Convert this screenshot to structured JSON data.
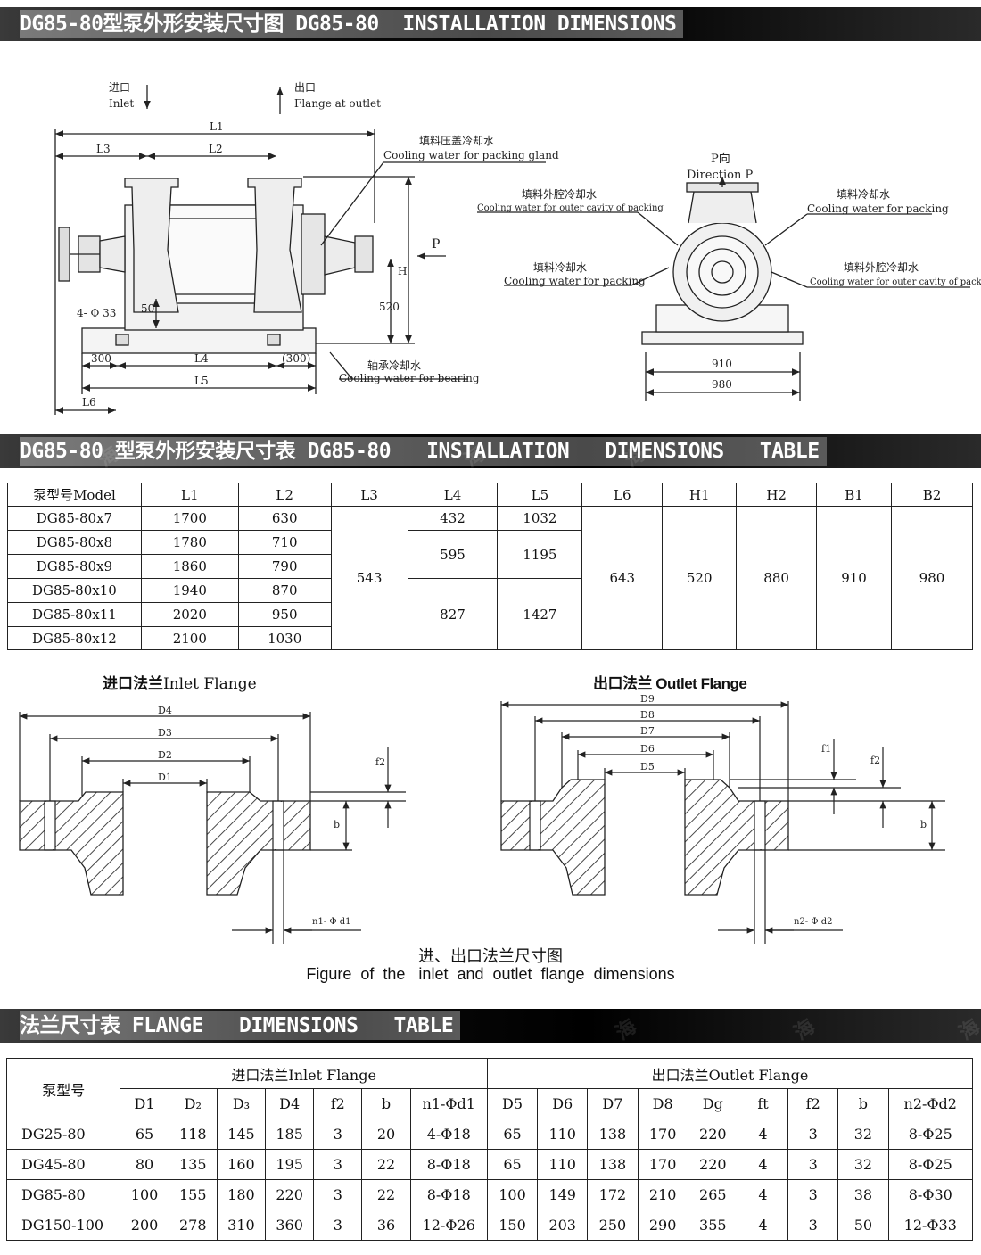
{
  "section1": {
    "title": "DG85-80型泵外形安装尺寸图 DG85-80  INSTALLATION DIMENSIONS"
  },
  "section2": {
    "title": "DG85-80 型泵外形安装尺寸表 DG85-80   INSTALLATION   DIMENSIONS   TABLE"
  },
  "section3": {
    "title": "法兰尺寸表 FLANGE   DIMENSIONS   TABLE"
  },
  "drawing1": {
    "inlet_cn": "进口",
    "inlet_en": "Inlet",
    "outlet_cn": "出口",
    "outlet_en": "Flange at outlet",
    "gland_cn": "填料压盖冷却水",
    "gland_en": "Cooling water for packing gland",
    "outer_cn": "填料外腔冷却水",
    "outer_en": "Cooling water for outer cavity of packing",
    "packing_cn": "填料冷却水",
    "packing_en": "Cooling water for packing",
    "bearing_cn": "轴承冷却水",
    "bearing_en": "Cooling water for bearing",
    "dir_cn": "P向",
    "dir_en": "Direction P",
    "p": "P",
    "dims": {
      "L1": "L1",
      "L2": "L2",
      "L3": "L3",
      "L4": "L4",
      "L5": "L5",
      "L6": "L6",
      "H": "H",
      "d520": "520",
      "d50": "50",
      "holes": "4- Φ 33",
      "d300": "300",
      "d300b": "(300)",
      "d910": "910",
      "d980": "980"
    }
  },
  "table1": {
    "headers": [
      "泵型号Model",
      "L1",
      "L2",
      "L3",
      "L4",
      "L5",
      "L6",
      "H1",
      "H2",
      "B1",
      "B2"
    ],
    "models": [
      "DG85-80x7",
      "DG85-80x8",
      "DG85-80x9",
      "DG85-80x10",
      "DG85-80x11",
      "DG85-80x12"
    ],
    "L1": [
      "1700",
      "1780",
      "1860",
      "1940",
      "2020",
      "2100"
    ],
    "L2": [
      "630",
      "710",
      "790",
      "870",
      "950",
      "1030"
    ],
    "L3": "543",
    "L4": [
      "432",
      "595",
      "827"
    ],
    "L5": [
      "1032",
      "1195",
      "1427"
    ],
    "L6": "643",
    "H1": "520",
    "H2": "880",
    "B1": "910",
    "B2": "980"
  },
  "flanges": {
    "inlet_title_cn": "进口法兰",
    "inlet_title_en": "Inlet Flange",
    "outlet_title_cn": "出口法兰",
    "outlet_title_en": "Outlet Flange",
    "inlet_labels": {
      "D1": "D1",
      "D2": "D2",
      "D3": "D3",
      "D4": "D4",
      "f2": "f2",
      "b": "b",
      "n": "n1- Φ d1"
    },
    "outlet_labels": {
      "D5": "D5",
      "D6": "D6",
      "D7": "D7",
      "D8": "D8",
      "D9": "D9",
      "f1": "f1",
      "f2": "f2",
      "b": "b",
      "n": "n2- Φ d2"
    },
    "caption_cn": "进、出口法兰尺寸图",
    "caption_en": "Figure  of  the   inlet  and  outlet  flange  dimensions"
  },
  "table2": {
    "model_header": "泵型号",
    "inlet_group": "进口法兰Inlet Flange",
    "outlet_group": "出口法兰Outlet Flange",
    "sub_headers": [
      "D1",
      "D₂",
      "D₃",
      "D4",
      "f2",
      "b",
      "n1-Φd1",
      "D5",
      "D6",
      "D7",
      "D8",
      "Dg",
      "ft",
      "f2",
      "b",
      "n2-Φd2"
    ],
    "rows": [
      [
        "DG25-80",
        "65",
        "118",
        "145",
        "185",
        "3",
        "20",
        "4-Φ18",
        "65",
        "110",
        "138",
        "170",
        "220",
        "4",
        "3",
        "32",
        "8-Φ25"
      ],
      [
        "DG45-80",
        "80",
        "135",
        "160",
        "195",
        "3",
        "22",
        "8-Φ18",
        "65",
        "110",
        "138",
        "170",
        "220",
        "4",
        "3",
        "32",
        "8-Φ25"
      ],
      [
        "DG85-80",
        "100",
        "155",
        "180",
        "220",
        "3",
        "22",
        "8-Φ18",
        "100",
        "149",
        "172",
        "210",
        "265",
        "4",
        "3",
        "38",
        "8-Φ30"
      ],
      [
        "DG150-100",
        "200",
        "278",
        "310",
        "360",
        "3",
        "36",
        "12-Φ26",
        "150",
        "203",
        "250",
        "290",
        "355",
        "4",
        "3",
        "50",
        "12-Φ33"
      ]
    ]
  }
}
